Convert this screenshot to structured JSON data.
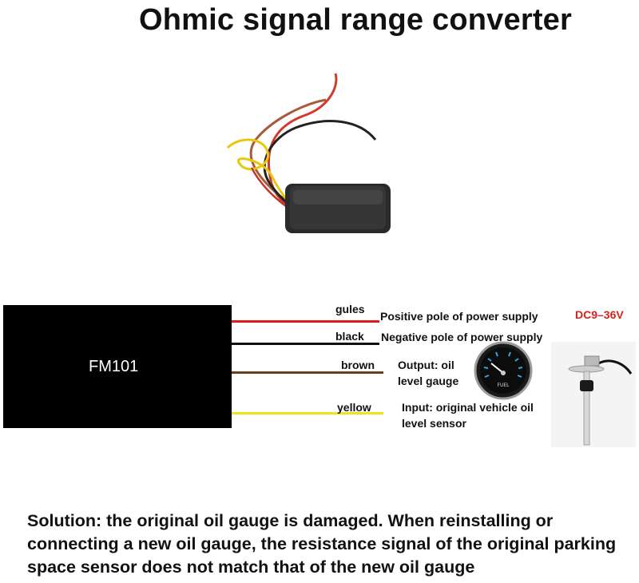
{
  "title": "Ohmic signal range converter",
  "module": {
    "label": "FM101"
  },
  "wires": [
    {
      "label": "gules",
      "description": "Positive pole of power supply",
      "color": "#e01b1b"
    },
    {
      "label": "black",
      "description": "Negative pole of power supply",
      "color": "#111111"
    },
    {
      "label": "brown",
      "description": "Output: oil level gauge",
      "description_lines": [
        "Output: oil",
        "level gauge"
      ],
      "color": "#6b3e1e"
    },
    {
      "label": "yellow",
      "description": "Input: original vehicle oil level sensor",
      "description_lines": [
        "Input: original vehicle oil",
        "level sensor"
      ],
      "color": "#f2e21b"
    }
  ],
  "voltage": "DC9–36V",
  "gauge": {
    "face_text": "FUEL",
    "icon": "fuel-gauge-icon"
  },
  "sensor": {
    "icon": "fuel-level-sensor-icon"
  },
  "photo": {
    "icon": "converter-module-with-wires"
  },
  "solution": "Solution: the original oil gauge is damaged. When reinstalling or connecting a new oil gauge, the resistance signal of the original parking space sensor does not match that of the new oil gauge"
}
